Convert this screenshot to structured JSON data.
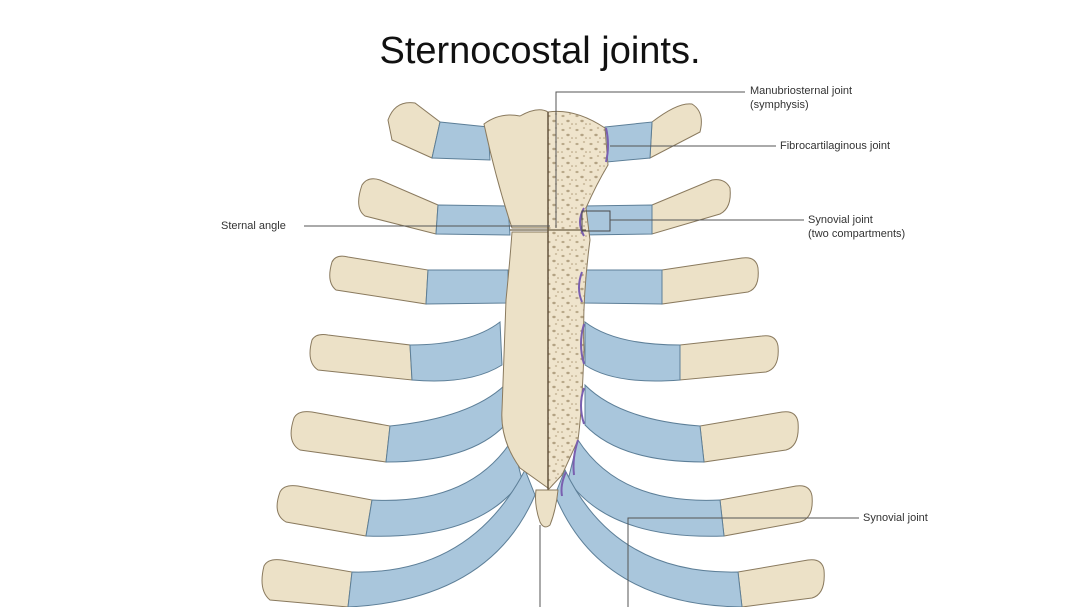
{
  "title": "Sternocostal joints.",
  "labels": {
    "manubriosternal_line1": "Manubriosternal joint",
    "manubriosternal_line2": "(symphysis)",
    "fibrocartilaginous": "Fibrocartilaginous joint",
    "sternal_angle": "Sternal angle",
    "synovial_two_line1": "Synovial joint",
    "synovial_two_line2": "(two compartments)",
    "synovial": "Synovial joint"
  },
  "colors": {
    "bone": "#ece1c7",
    "bone_outline": "#8a7a5e",
    "cartilage": "#a9c6dc",
    "cartilage_outline": "#5d7f98",
    "joint_purple": "#7a5fb0",
    "leader": "#555555"
  }
}
